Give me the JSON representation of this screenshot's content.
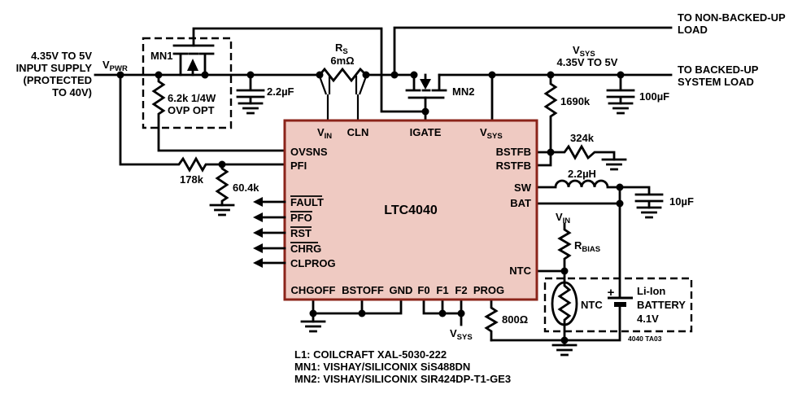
{
  "colors": {
    "background": "#FFFFFF",
    "wire": "#000000",
    "chip_fill": "#EFCAC2",
    "chip_border": "#8B241A"
  },
  "supply": {
    "l1": "4.35V TO 5V",
    "l2": "INPUT SUPPLY",
    "l3": "(PROTECTED",
    "l4": "TO 40V)"
  },
  "labels": {
    "vpwr": {
      "main": "V",
      "sub": "PWR"
    },
    "mn1": "MN1",
    "ovp_r": "6.2k 1/4W",
    "ovp_opt": "OVP OPT",
    "rs": {
      "main": "R",
      "sub": "S"
    },
    "rs_val": "6mΩ",
    "cin": "2.2µF",
    "mn2": "MN2",
    "nb1": "TO NON-BACKED-UP",
    "nb2": "LOAD",
    "vsys_top": {
      "main": "V",
      "sub": "SYS"
    },
    "vsys_range": "4.35V TO 5V",
    "b1": "TO BACKED-UP",
    "b2": "SYSTEM LOAD",
    "r_1690k": "1690k",
    "c_100uf": "100µF",
    "r_178k": "178k",
    "r_604k": "60.4k",
    "r_324k": "324k",
    "l_22uh": "2.2µH",
    "c_10uf": "10µF",
    "vin_bias": {
      "main": "V",
      "sub": "IN"
    },
    "rbias": {
      "main": "R",
      "sub": "BIAS"
    },
    "ntc_ext": "NTC",
    "plus": "+",
    "bat1": "Li-Ion",
    "bat2": "BATTERY",
    "bat3": "4.1V",
    "r_800": "800Ω",
    "vsys_bottom": {
      "main": "V",
      "sub": "SYS"
    },
    "fig_id": "4040 TA03"
  },
  "chip": {
    "name": "LTC4040",
    "pins": {
      "vin": {
        "main": "V",
        "sub": "IN"
      },
      "cln": "CLN",
      "igate": "IGATE",
      "vsys": {
        "main": "V",
        "sub": "SYS"
      },
      "ovsns": "OVSNS",
      "pfi": "PFI",
      "fault": "FAULT",
      "pfo": "PFO",
      "rst": "RST",
      "chrg": "CHRG",
      "clprog": "CLPROG",
      "chgoff": "CHGOFF",
      "bstoff": "BSTOFF",
      "gnd": "GND",
      "f0": "F0",
      "f1": "F1",
      "f2": "F2",
      "prog": "PROG",
      "bstfb": "BSTFB",
      "rstfb": "RSTFB",
      "sw": "SW",
      "bat": "BAT",
      "ntc": "NTC"
    }
  },
  "notes": {
    "l1": "L1: COILCRAFT XAL-5030-222",
    "mn1": "MN1: VISHAY/SILICONIX SiS488DN",
    "mn2": "MN2: VISHAY/SILICONIX SIR424DP-T1-GE3"
  }
}
